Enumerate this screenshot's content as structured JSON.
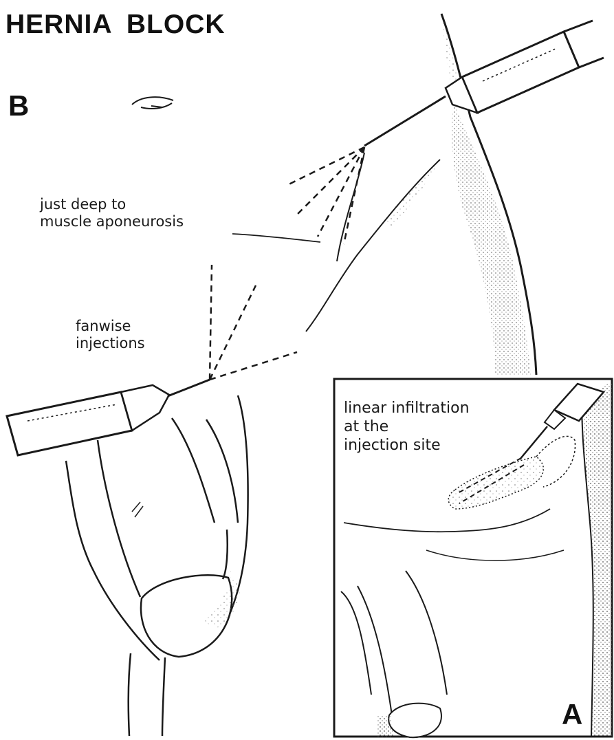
{
  "title": "HERNIA  BLOCK",
  "panels": {
    "b": "B",
    "a": "A"
  },
  "labels": {
    "deep": "just deep to\nmuscle aponeurosis",
    "fanwise": "fanwise\ninjections",
    "linear": "linear infiltration\nat the\ninjection site"
  },
  "colors": {
    "ink": "#1a1a1a",
    "shade": "#7a7a7a",
    "paper": "#ffffff"
  }
}
